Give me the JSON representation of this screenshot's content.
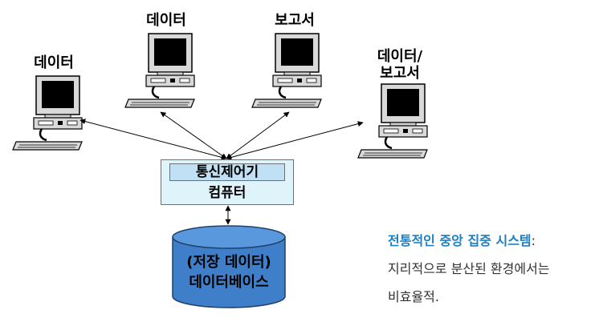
{
  "terminals": {
    "left": "데이터",
    "top_left": "데이터",
    "top_right": "보고서",
    "right_line1": "데이터/",
    "right_line2": "보고서"
  },
  "controller": {
    "comm_label": "통신제어기",
    "computer_label": "컴퓨터"
  },
  "database": {
    "line1": "(저장 데이터)",
    "line2": "데이터베이스"
  },
  "description": {
    "title": "전통적인 중앙 집중 시스템",
    "colon": ":",
    "line2": "지리적으로 분산된 환경에서는",
    "line3": "비효율적."
  },
  "colors": {
    "db_fill": "#3f7fc9",
    "box_fill": "#dff3fb",
    "accent": "#1e7fc2"
  }
}
